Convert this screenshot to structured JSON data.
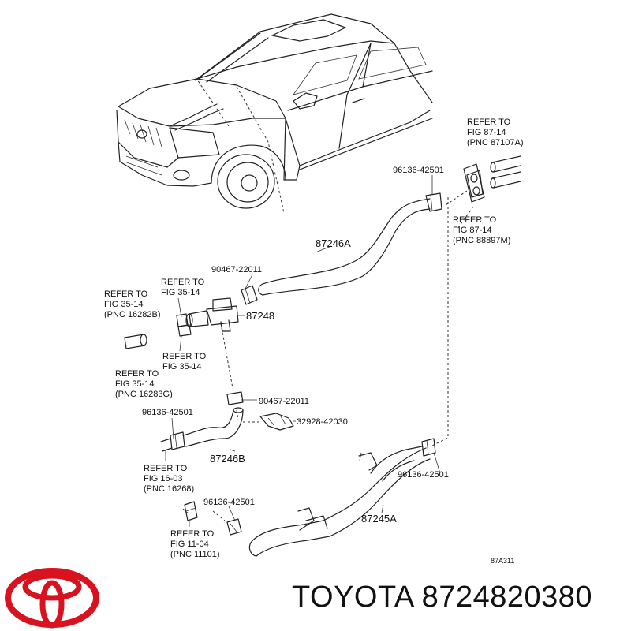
{
  "labels": {
    "ref_87_14_a": [
      "REFER TO",
      "FIG 87-14",
      "(PNC 87107A)"
    ],
    "pn_96136_top": "96136-42501",
    "ref_87_14_b": [
      "REFER TO",
      "FIG 87-14",
      "(PNC 88897M)"
    ],
    "pn_87246a": "87246A",
    "pn_90467_top": "90467-22011",
    "ref_35_14_left": [
      "REFER TO",
      "FIG 35-14",
      "(PNC 16282B)"
    ],
    "ref_35_14_clamp_a": [
      "REFER TO",
      "FIG 35-14"
    ],
    "pn_87248": "87248",
    "ref_35_14_clamp_b": [
      "REFER TO",
      "FIG 35-14"
    ],
    "ref_35_14_lower": [
      "REFER TO",
      "FIG 35-14",
      "(PNC 16283G)"
    ],
    "pn_90467_mid": "90467-22011",
    "pn_96136_left": "96136-42501",
    "pn_32928": "32928-42030",
    "pn_87246b": "87246B",
    "ref_16_03": [
      "REFER TO",
      "FIG 16-03",
      "(PNC 16268)"
    ],
    "pn_96136_right": "96136-42501",
    "pn_96136_bottom": "96136-42501",
    "pn_87245a": "87245A",
    "ref_11_04": [
      "REFER TO",
      "FIG 11-04",
      "(PNC 11101)"
    ],
    "diagram_code": "87A311"
  },
  "footer": {
    "brand": "TOYOTA 8724820380",
    "logo_color": "#d8121e"
  }
}
